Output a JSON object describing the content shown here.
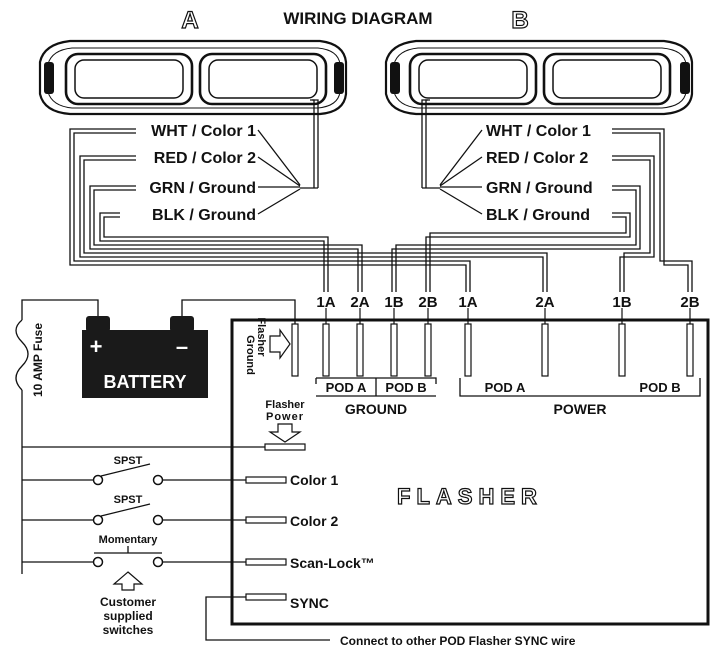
{
  "title": "WIRING DIAGRAM",
  "pods": {
    "a": "A",
    "b": "B"
  },
  "wire_labels": {
    "white": "WHT / Color 1",
    "red": "RED / Color 2",
    "green": "GRN / Ground",
    "black": "BLK / Ground"
  },
  "terminals": {
    "one_a": "1A",
    "two_a": "2A",
    "one_b": "1B",
    "two_b": "2B"
  },
  "groups": {
    "pod_a": "POD A",
    "pod_b": "POD B",
    "ground": "GROUND",
    "power": "POWER"
  },
  "battery": {
    "label": "BATTERY",
    "plus": "+",
    "minus": "–"
  },
  "fuse": "10 AMP Fuse",
  "flasher": {
    "name": "FLASHER",
    "ground_line1": "Flasher",
    "ground_line2": "Ground",
    "power_line1": "Flasher",
    "power_line2": "Power"
  },
  "switches": {
    "spst": "SPST",
    "momentary": "Momentary"
  },
  "inputs": {
    "color1": "Color 1",
    "color2": "Color 2",
    "scanlock": "Scan-Lock™",
    "sync": "SYNC"
  },
  "customer": {
    "line1": "Customer",
    "line2": "supplied",
    "line3": "switches"
  },
  "sync_note": "Connect to other POD Flasher SYNC wire",
  "colors": {
    "ink": "#111111",
    "battery_body": "#1a1a1a",
    "background": "#ffffff"
  }
}
